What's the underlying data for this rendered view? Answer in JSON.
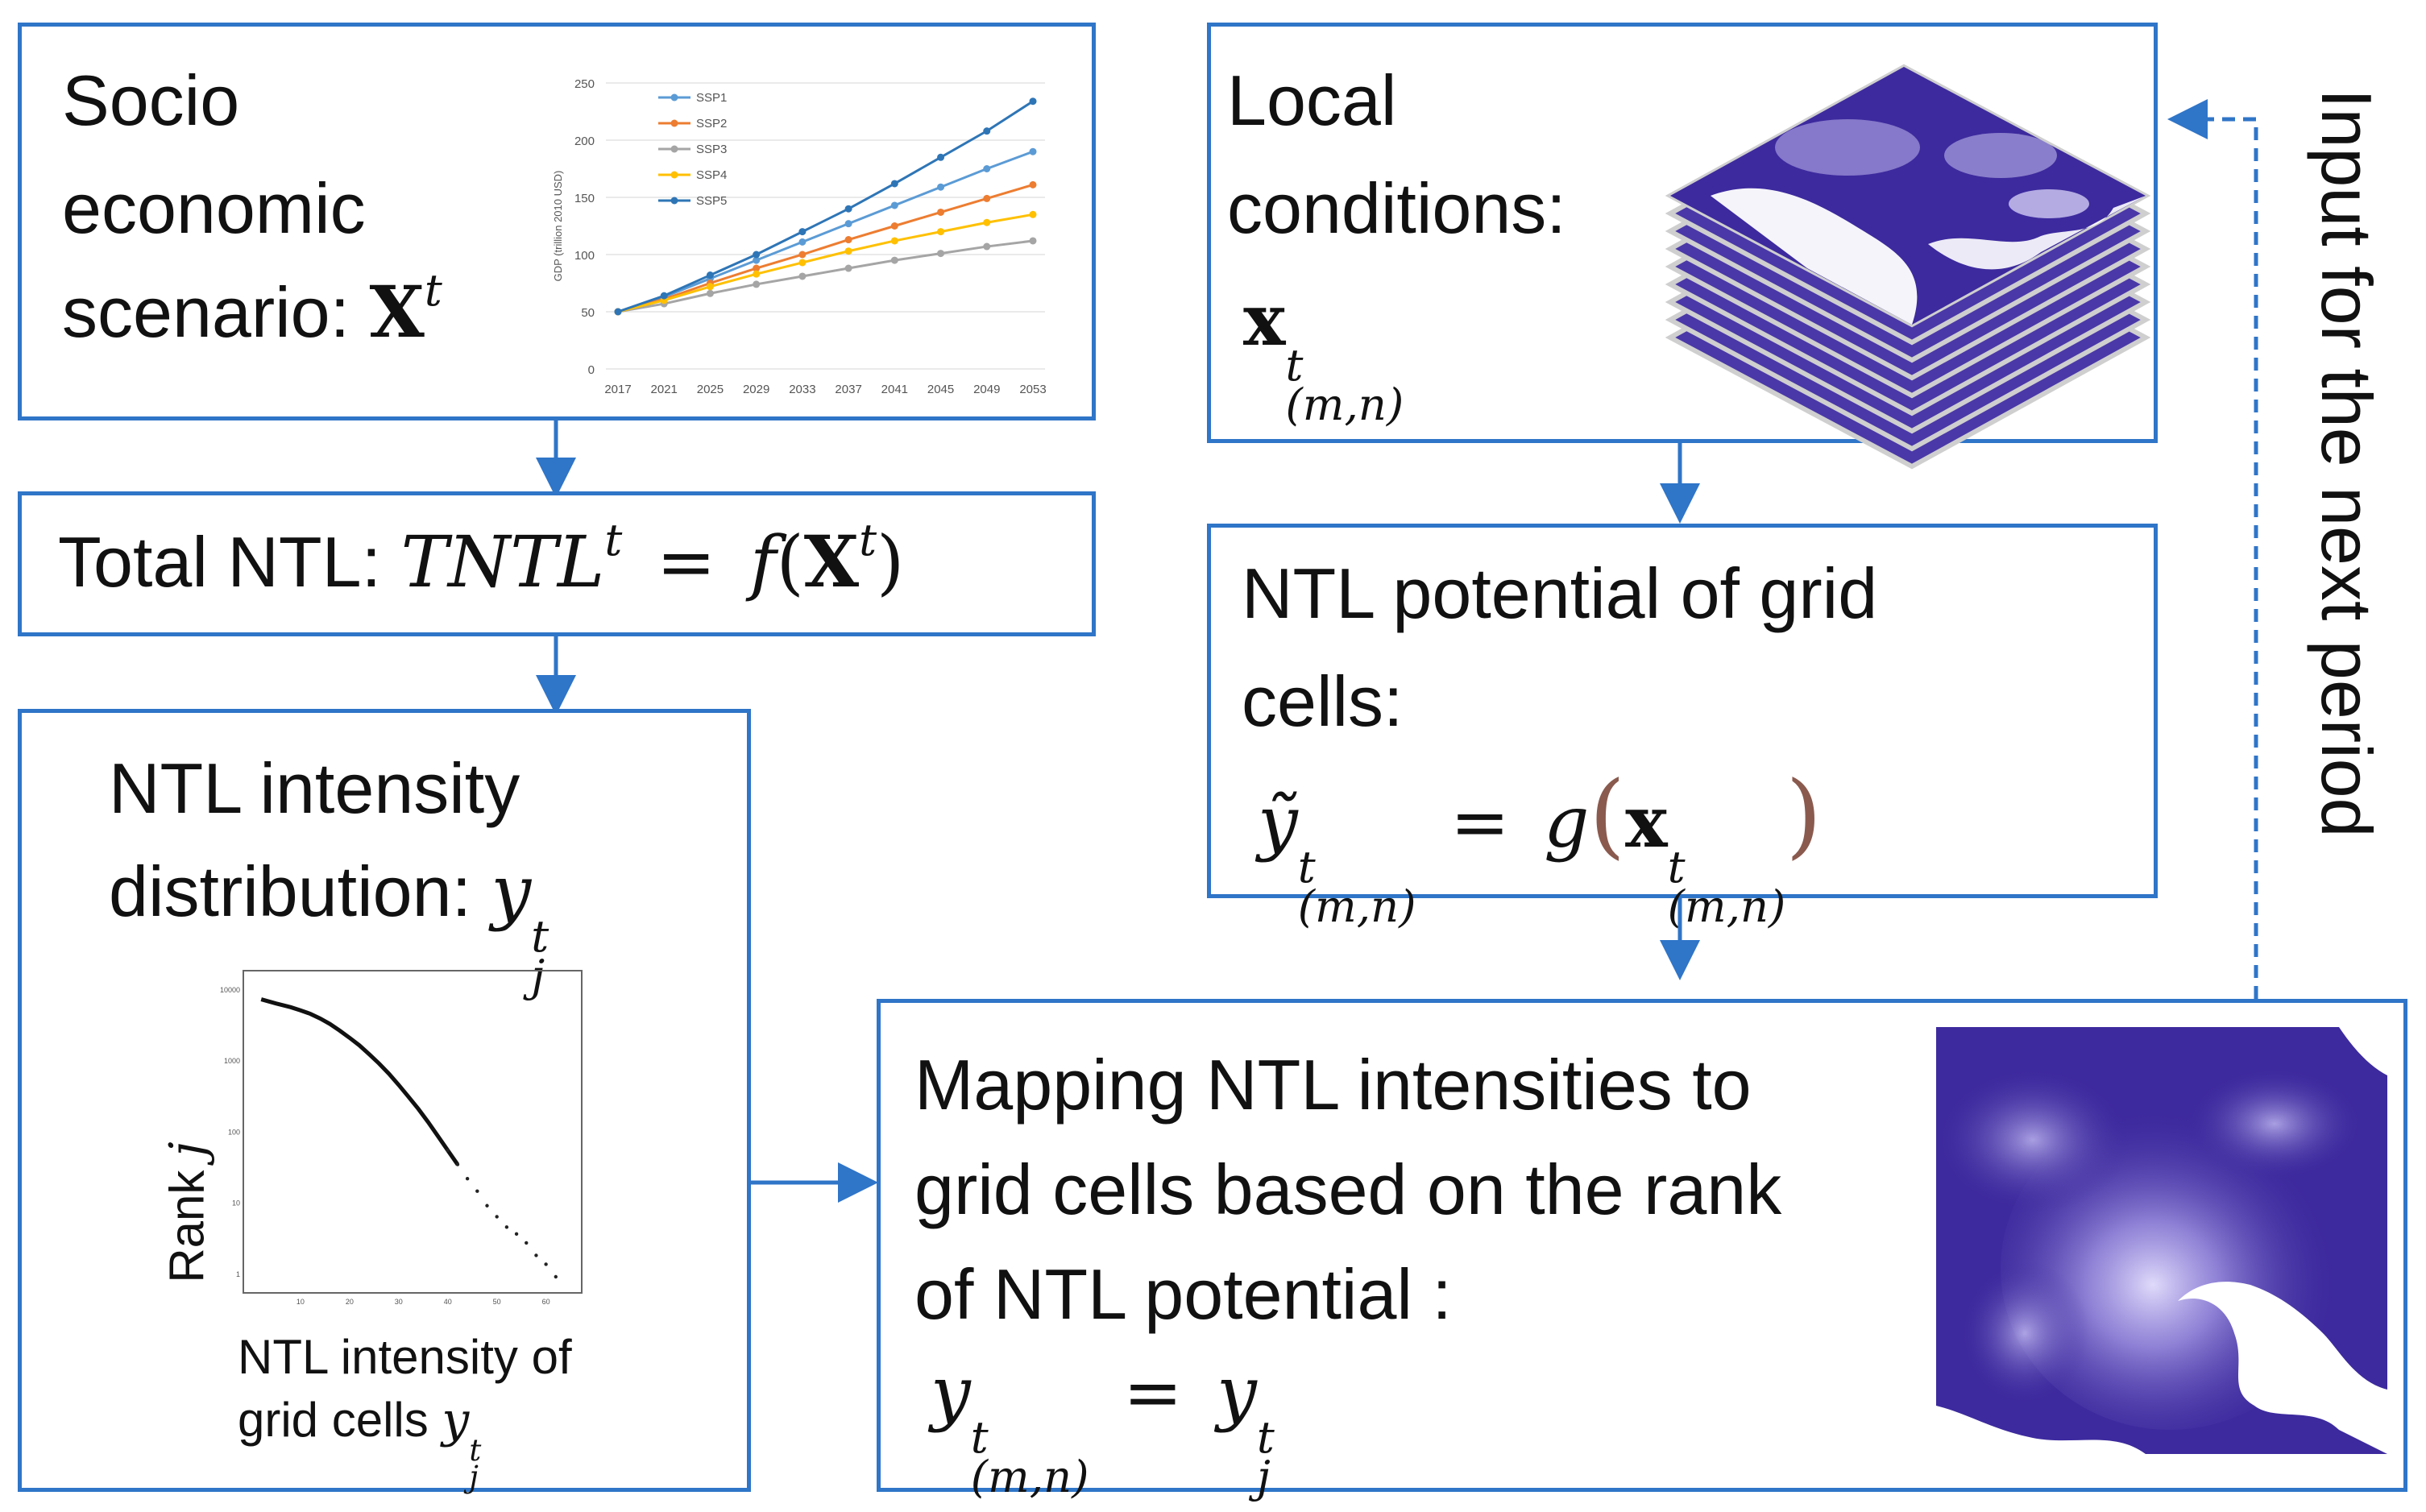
{
  "boxes": {
    "socio": {
      "line1": "Socio",
      "line2": "economic",
      "line3": "scenario:",
      "var": "X",
      "sup": "t"
    },
    "total": {
      "label": "Total NTL:",
      "lhs": "TNTL",
      "sup": "t",
      "eq": "=",
      "fn": "f",
      "open": "(",
      "var": "X",
      "close": ")"
    },
    "intensity": {
      "line1": "NTL intensity",
      "line2": "distribution:",
      "var": "y",
      "sup": "t",
      "sub": "j",
      "xlabel1": "NTL intensity of",
      "xlabel2": "grid cells",
      "ylabel_text": "Rank",
      "ylabel_var": "j"
    },
    "local": {
      "line1": "Local",
      "line2": "conditions:",
      "var": "x",
      "sup": "t",
      "sub": "(m,n)"
    },
    "potential": {
      "line1": "NTL potential of grid",
      "line2": "cells:",
      "lhs": "ỹ",
      "sup": "t",
      "sub": "(m,n)",
      "eq": "=",
      "fn": "g",
      "var": "x"
    },
    "mapping": {
      "line1": "Mapping NTL intensities to",
      "line2": "grid cells based on the rank",
      "line3": "of NTL potential :",
      "lhs": "y",
      "sup": "t",
      "sub": "(m,n)",
      "eq": "=",
      "rhs": "y",
      "rsub": "j"
    }
  },
  "feedback_label": "Input for the next period",
  "colors": {
    "border": "#2f75c8",
    "arrow": "#2f75c8",
    "map": "#3d2a9e"
  },
  "chart_data": [
    {
      "type": "line",
      "title": "",
      "xlabel": "",
      "ylabel": "GDP (trillion 2010 USD)",
      "x": [
        2017,
        2021,
        2025,
        2029,
        2033,
        2037,
        2041,
        2045,
        2049,
        2053
      ],
      "xticks": [
        "2017",
        "2021",
        "2025",
        "2029",
        "2033",
        "2037",
        "2041",
        "2045",
        "2049",
        "2053"
      ],
      "yticks": [
        "0",
        "50",
        "100",
        "150",
        "200",
        "250"
      ],
      "ylim": [
        0,
        250
      ],
      "grid": true,
      "legend": "top-left",
      "series": [
        {
          "name": "SSP1",
          "color": "#5b9bd5",
          "values": [
            50,
            63,
            79,
            95,
            111,
            127,
            143,
            159,
            175,
            190
          ]
        },
        {
          "name": "SSP2",
          "color": "#ed7d31",
          "values": [
            50,
            61,
            75,
            88,
            100,
            113,
            125,
            137,
            149,
            161
          ]
        },
        {
          "name": "SSP3",
          "color": "#a5a5a5",
          "values": [
            50,
            57,
            66,
            74,
            81,
            88,
            95,
            101,
            107,
            112
          ]
        },
        {
          "name": "SSP4",
          "color": "#ffc000",
          "values": [
            50,
            60,
            72,
            83,
            93,
            103,
            112,
            120,
            128,
            135
          ]
        },
        {
          "name": "SSP5",
          "color": "#2e75b6",
          "values": [
            50,
            64,
            82,
            100,
            120,
            140,
            162,
            185,
            208,
            234
          ]
        }
      ]
    },
    {
      "type": "scatter",
      "title": "",
      "xlabel": "NTL intensity of grid cells",
      "ylabel": "Rank j",
      "xticks": [
        "10",
        "20",
        "30",
        "40",
        "50",
        "60"
      ],
      "yticks": [
        "1",
        "10",
        "100",
        "1000",
        "10000"
      ],
      "log_y": true,
      "grid": false,
      "series": [
        {
          "name": "",
          "x": [
            2,
            5,
            8,
            10,
            12,
            14,
            16,
            18,
            20,
            22,
            24,
            26,
            28,
            30,
            32,
            34,
            36,
            38,
            40,
            42,
            44,
            46,
            48,
            50,
            52,
            54,
            56,
            58,
            60,
            62
          ],
          "values": [
            8000,
            7000,
            6200,
            5600,
            5000,
            4300,
            3600,
            2900,
            2300,
            1800,
            1350,
            1000,
            720,
            500,
            340,
            230,
            150,
            95,
            60,
            38,
            24,
            16,
            10,
            7,
            5,
            4,
            3,
            2,
            1.5,
            1
          ]
        }
      ]
    }
  ]
}
